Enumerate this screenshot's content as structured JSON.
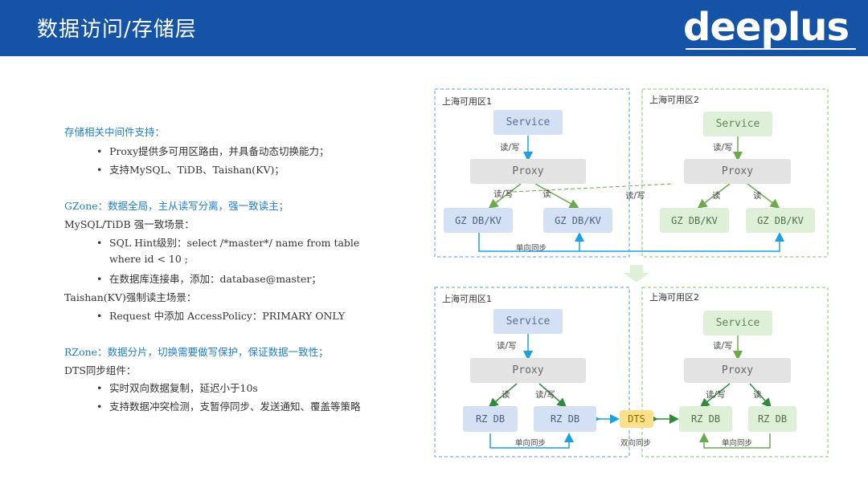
{
  "header": {
    "title": "数据访问/存储层",
    "logo": "deeplus"
  },
  "left": {
    "l1": "存储相关中间件支持：",
    "l2": "Proxy提供多可用区路由，并具备动态切换能力；",
    "l3": "支持MySQL、TiDB、Taishan(KV)；",
    "l4": "GZone：数据全局，主从读写分离，强一致读主；",
    "l5": "MySQL/TiDB 强一致场景：",
    "l6": "SQL Hint级别：select /*master*/ name from table",
    "l7": "where id < 10 ;",
    "l8": "在数据库连接串，添加：database@master；",
    "l9": "Taishan(KV)强制读主场景：",
    "l10": "Request 中添加 AccessPolicy：PRIMARY ONLY",
    "l11": "RZone：数据分片，切换需要做写保护，保证数据一致性；",
    "l12": "DTS同步组件：",
    "l13": "实时双向数据复制，延迟小于10s",
    "l14": "支持数据冲突检测，支暂停同步、发送通知、覆盖等策略",
    "bullet": "•"
  },
  "diagram_top": {
    "zone1": "上海可用区1",
    "zone2": "上海可用区2",
    "service": "Service",
    "proxy": "Proxy",
    "db": "GZ DB/KV",
    "rw": "读/写",
    "read": "读",
    "one_way": "单向同步"
  },
  "diagram_bottom": {
    "zone1": "上海可用区1",
    "zone2": "上海可用区2",
    "service": "Service",
    "proxy": "Proxy",
    "db": "RZ DB",
    "dts": "DTS",
    "rw": "读/写",
    "read": "读",
    "one_way": "单向同步",
    "two_way": "双向同步"
  },
  "colors": {
    "header": "#1453a6",
    "accent_blue": "#1e7ec8",
    "green": "#6aaa4c",
    "dts": "#ffe08a"
  }
}
